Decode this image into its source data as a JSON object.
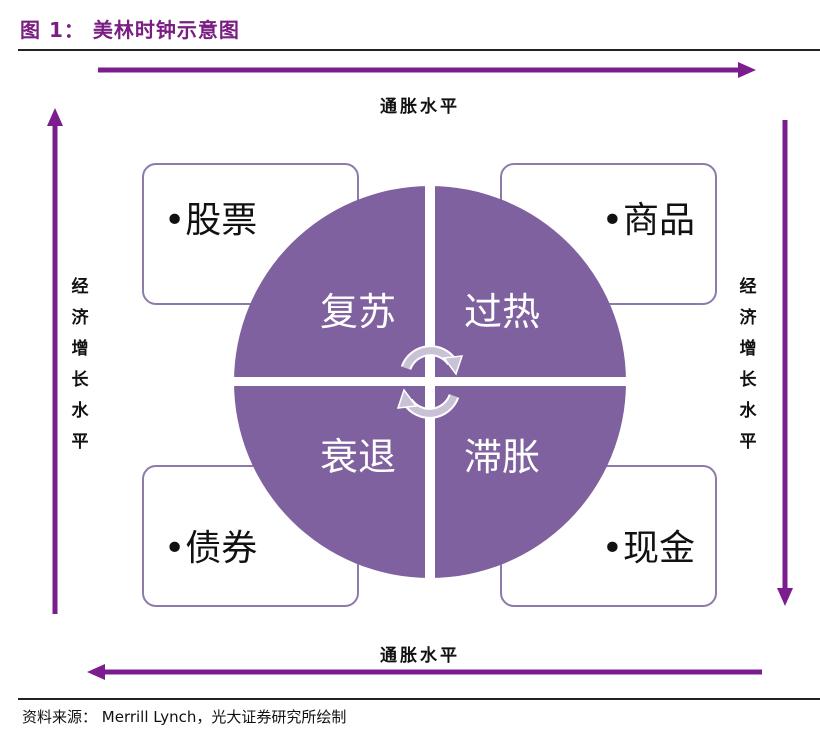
{
  "title": "图 1： 美林时钟示意图",
  "axis_labels": {
    "top": "通胀水平",
    "bottom": "通胀水平",
    "left": "经济增长水平",
    "right": "经济增长水平"
  },
  "quadrants": [
    {
      "phase": "复苏",
      "asset": "•股票"
    },
    {
      "phase": "过热",
      "asset": "•商品"
    },
    {
      "phase": "衰退",
      "asset": "•债券"
    },
    {
      "phase": "滞胀",
      "asset": "•现金"
    }
  ],
  "footer": "资料来源： Merrill Lynch，光大证券研究所绘制",
  "colors": {
    "circle": "#7e619e",
    "arrow": "#7b1c8f",
    "title": "#7a1e82",
    "box_border": "#8d7aab"
  }
}
